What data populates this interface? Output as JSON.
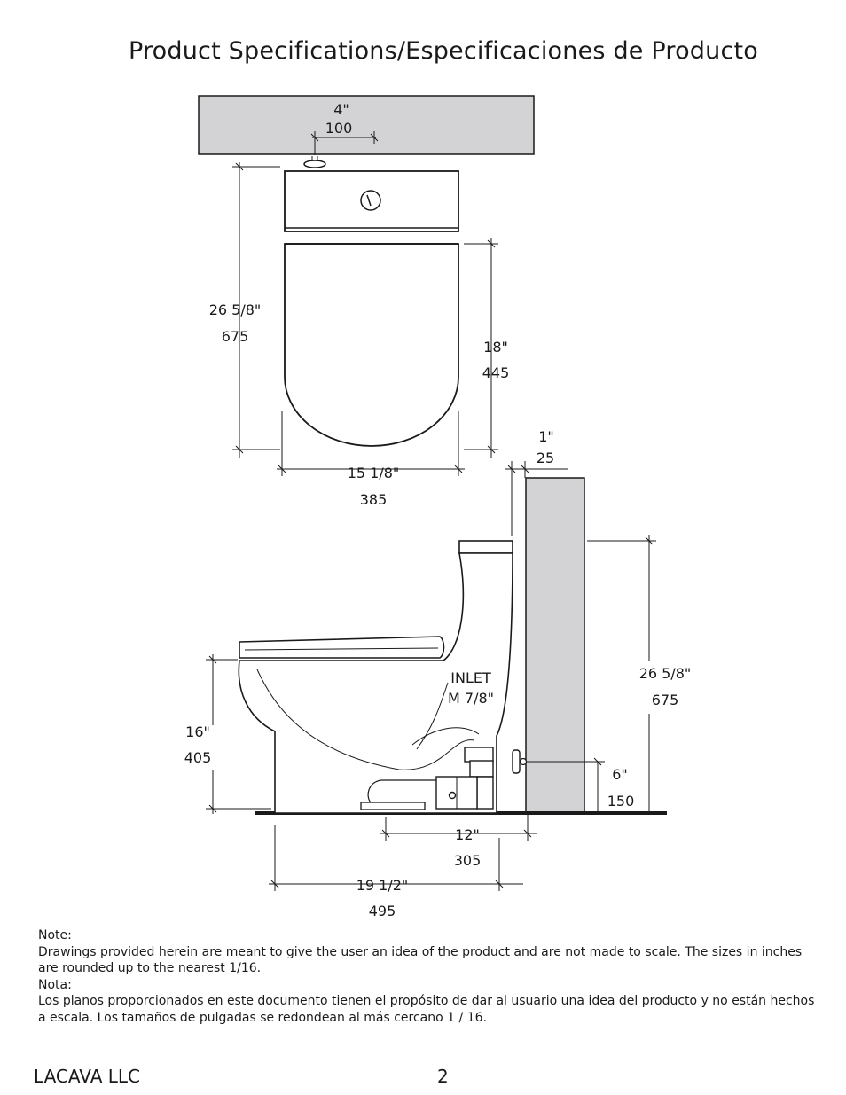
{
  "title": "Product Specifications/Especificaciones de Producto",
  "top_view": {
    "supply_width_in": "4\"",
    "supply_width_mm": "100",
    "overall_depth_in": "26 5/8\"",
    "overall_depth_mm": "675",
    "bowl_length_in": "18\"",
    "bowl_length_mm": "445",
    "width_in": "15 1/8\"",
    "width_mm": "385"
  },
  "side_view": {
    "wall_gap_in": "1\"",
    "wall_gap_mm": "25",
    "inlet_label": "INLET",
    "inlet_size": "M 7/8\"",
    "height_in": "26 5/8\"",
    "height_mm": "675",
    "seat_height_in": "16\"",
    "seat_height_mm": "405",
    "inlet_height_in": "6\"",
    "inlet_height_mm": "150",
    "rough_in_in": "12\"",
    "rough_in_mm": "305",
    "base_length_in": "19 1/2\"",
    "base_length_mm": "495"
  },
  "notes": {
    "note_label": "Note:",
    "note_text": "Drawings provided herein are meant to give the user an idea of the product and are not made to scale. The sizes in inches are rounded up to the nearest 1/16.",
    "nota_label": "Nota:",
    "nota_text": "Los planos proporcionados en este documento tienen el propósito de dar al usuario una idea del producto y no están hechos a escala. Los tamaños de pulgadas se redondean al más cercano 1 / 16."
  },
  "footer": {
    "company": "LACAVA LLC",
    "page_number": "2"
  }
}
